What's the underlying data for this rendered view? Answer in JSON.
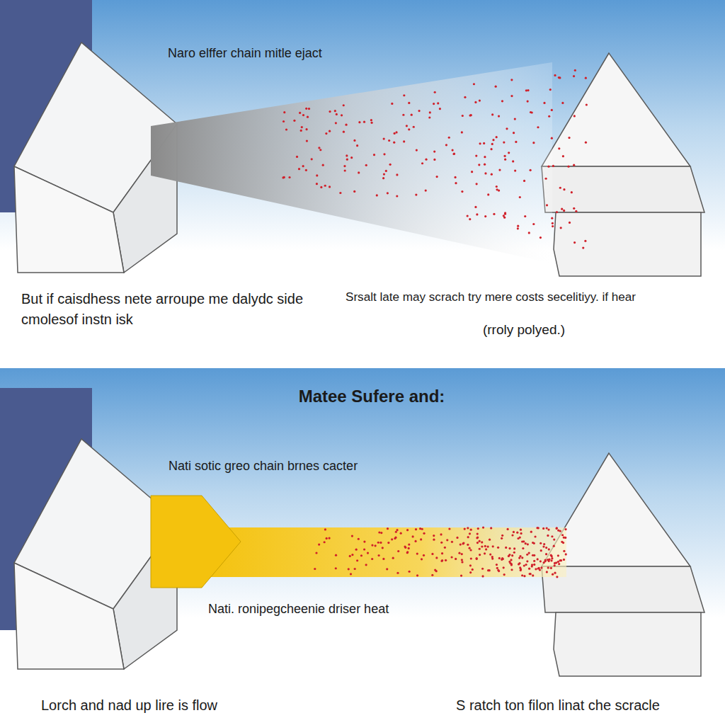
{
  "diagram": {
    "labels": [
      "Naro elffer chain mitle ejact",
      "But if caisdhess nete arroupe me dalydc side cmolesof instn isk",
      "Srsalt late may scrach try mere costs secelitiyy. if hear",
      "(rroly polyed.)",
      "Matee Sufere and:",
      "Nati sotic greo chain brnes cacter",
      "Nati. ronipegcheenie driser heat",
      "Lorch and nad up lire is flow",
      "S ratch ton filon linat che scracle"
    ]
  }
}
